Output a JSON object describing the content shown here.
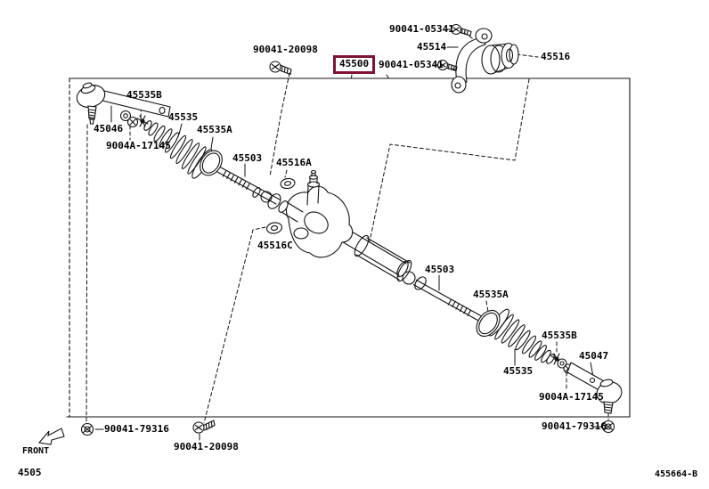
{
  "colors": {
    "highlight_box": "#7d1433",
    "line": "#111111",
    "background": "#ffffff"
  },
  "part_labels": [
    {
      "id": "bolt-05341-upper",
      "text": "90041-05341"
    },
    {
      "id": "bracket-45514",
      "text": "45514"
    },
    {
      "id": "assembly-45500",
      "text": "45500"
    },
    {
      "id": "bolt-05341-lower",
      "text": "90041-05341"
    },
    {
      "id": "bushing-45516",
      "text": "45516"
    },
    {
      "id": "bolt-20098-upper",
      "text": "90041-20098"
    },
    {
      "id": "clip-45535b-left",
      "text": "45535B"
    },
    {
      "id": "boot-45535-left",
      "text": "45535"
    },
    {
      "id": "tie-rod-end-45046",
      "text": "45046"
    },
    {
      "id": "nut-17145-left",
      "text": "9004A-17145"
    },
    {
      "id": "ring-45535a-left",
      "text": "45535A"
    },
    {
      "id": "rack-end-45503-left",
      "text": "45503"
    },
    {
      "id": "grommet-45516a",
      "text": "45516A"
    },
    {
      "id": "grommet-45516c",
      "text": "45516C"
    },
    {
      "id": "rack-end-45503-right",
      "text": "45503"
    },
    {
      "id": "ring-45535a-right",
      "text": "45535A"
    },
    {
      "id": "clip-45535b-right",
      "text": "45535B"
    },
    {
      "id": "tie-rod-end-45047",
      "text": "45047"
    },
    {
      "id": "boot-45535-right",
      "text": "45535"
    },
    {
      "id": "nut-17145-right",
      "text": "9004A-17145"
    },
    {
      "id": "nut-79316-left",
      "text": "90041-79316"
    },
    {
      "id": "bolt-20098-lower",
      "text": "90041-20098"
    },
    {
      "id": "nut-79316-right",
      "text": "90041-79316"
    }
  ],
  "footer": {
    "front_label": "FRONT",
    "page_code": "4505",
    "figure_code": "455664-B"
  }
}
